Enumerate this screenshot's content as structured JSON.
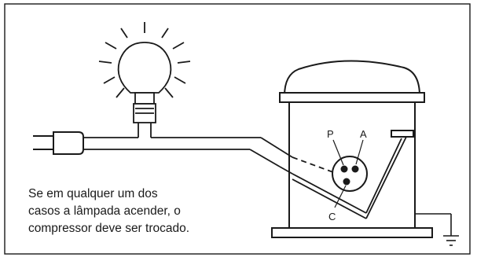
{
  "diagram": {
    "terminals": {
      "p": "P",
      "a": "A",
      "c": "C"
    },
    "caption": [
      "Se em qualquer um dos",
      "casos a lâmpada acender, o",
      "compressor deve ser trocado."
    ],
    "icons": [
      "plug-icon",
      "lamp-icon",
      "compressor-icon",
      "ground-icon"
    ]
  }
}
